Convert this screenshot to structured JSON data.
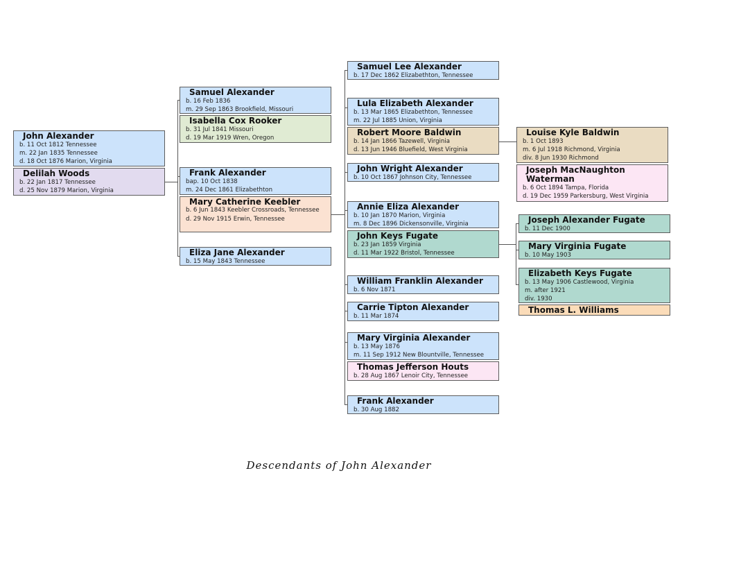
{
  "title": "Descendants of John Alexander",
  "people": {
    "john_alexander": {
      "name": "John Alexander",
      "details": [
        "b. 11 Oct 1812 Tennessee",
        "m. 22 Jan 1835 Tennessee",
        "d. 18 Oct 1876 Marion, Virginia"
      ],
      "color": "#cce3fb"
    },
    "delilah_woods": {
      "name": "Delilah Woods",
      "details": [
        "b. 22 Jan 1817 Tennessee",
        "d. 25 Nov 1879 Marion, Virginia"
      ],
      "color": "#e2dbef"
    },
    "samuel_alexander": {
      "name": "Samuel Alexander",
      "details": [
        "b. 16 Feb 1836",
        "m. 29 Sep 1863 Brookfield, Missouri"
      ],
      "color": "#cce3fb"
    },
    "isabella_cox_rooker": {
      "name": "Isabella Cox Rooker",
      "details": [
        "b. 31 Jul 1841 Missouri",
        "d. 19 Mar 1919 Wren, Oregon"
      ],
      "color": "#e0ebd3"
    },
    "frank_alexander_1838": {
      "name": "Frank Alexander",
      "details": [
        "bap. 10 Oct 1838",
        "m. 24 Dec 1861 Elizabethton"
      ],
      "color": "#cce3fb"
    },
    "mary_catherine_keebler": {
      "name": "Mary Catherine Keebler",
      "details": [
        "b. 6 Jun 1843 Keebler Crossroads, Tennessee",
        "d. 29 Nov 1915 Erwin, Tennessee"
      ],
      "color": "#fbe2d2"
    },
    "eliza_jane_alexander": {
      "name": "Eliza Jane Alexander",
      "details": [
        "b. 15 May 1843 Tennessee"
      ],
      "color": "#cce3fb"
    },
    "samuel_lee_alexander": {
      "name": "Samuel Lee Alexander",
      "details": [
        "b. 17 Dec 1862 Elizabethton, Tennessee"
      ],
      "color": "#cce3fb"
    },
    "lula_elizabeth_alexander": {
      "name": "Lula Elizabeth Alexander",
      "details": [
        "b. 13 Mar 1865 Elizabethton, Tennessee",
        "m. 22 Jul 1885 Union, Virginia"
      ],
      "color": "#cce3fb"
    },
    "robert_moore_baldwin": {
      "name": "Robert Moore Baldwin",
      "details": [
        "b. 14 Jan 1866 Tazewell, Virginia",
        "d. 13 Jun 1946 Bluefield, West Virginia"
      ],
      "color": "#eadcc2"
    },
    "john_wright_alexander": {
      "name": "John Wright Alexander",
      "details": [
        "b. 10 Oct 1867 Johnson City, Tennessee"
      ],
      "color": "#cce3fb"
    },
    "annie_eliza_alexander": {
      "name": "Annie Eliza Alexander",
      "details": [
        "b. 10 Jan 1870 Marion, Virginia",
        "m. 8 Dec 1896 Dickensonville, Virginia"
      ],
      "color": "#cce3fb"
    },
    "john_keys_fugate": {
      "name": "John Keys Fugate",
      "details": [
        "b. 23 Jan 1859 Virginia",
        "d. 11 Mar 1922 Bristol, Tennessee"
      ],
      "color": "#b0d9cf"
    },
    "william_franklin_alexander": {
      "name": "William Franklin Alexander",
      "details": [
        "b. 6 Nov 1871"
      ],
      "color": "#cce3fb"
    },
    "carrie_tipton_alexander": {
      "name": "Carrie Tipton Alexander",
      "details": [
        "b. 11 Mar 1874"
      ],
      "color": "#cce3fb"
    },
    "mary_virginia_alexander": {
      "name": "Mary Virginia Alexander",
      "details": [
        "b. 13 May 1876",
        "m. 11 Sep 1912 New Blountville, Tennessee"
      ],
      "color": "#cce3fb"
    },
    "thomas_jefferson_houts": {
      "name": "Thomas Jefferson Houts",
      "details": [
        "b. 28 Aug 1867 Lenoir City, Tennessee"
      ],
      "color": "#fce6f4"
    },
    "frank_alexander_1882": {
      "name": "Frank Alexander",
      "details": [
        "b. 30 Aug 1882"
      ],
      "color": "#cce3fb"
    },
    "louise_kyle_baldwin": {
      "name": "Louise Kyle Baldwin",
      "details": [
        "b. 1 Oct 1893",
        "m. 6 Jul 1918 Richmond, Virginia",
        "div. 8 Jun 1930 Richmond"
      ],
      "color": "#eadcc2"
    },
    "joseph_macnaughton_waterman": {
      "name": "Joseph MacNaughton Waterman",
      "details": [
        "b. 6 Oct 1894 Tampa, Florida",
        "d. 19 Dec 1959 Parkersburg, West Virginia"
      ],
      "color": "#fce6f4"
    },
    "joseph_alexander_fugate": {
      "name": "Joseph Alexander Fugate",
      "details": [
        "b. 11 Dec 1900"
      ],
      "color": "#b0d9cf"
    },
    "mary_virginia_fugate": {
      "name": "Mary Virginia Fugate",
      "details": [
        "b. 10 May 1903"
      ],
      "color": "#b0d9cf"
    },
    "elizabeth_keys_fugate": {
      "name": "Elizabeth Keys Fugate",
      "details": [
        "b. 13 May 1906 Castlewood, Virginia",
        "m. after 1921",
        "div. 1930"
      ],
      "color": "#b0d9cf"
    },
    "thomas_l_williams": {
      "name": "Thomas L. Williams",
      "details": [],
      "color": "#fbdcb9"
    }
  }
}
